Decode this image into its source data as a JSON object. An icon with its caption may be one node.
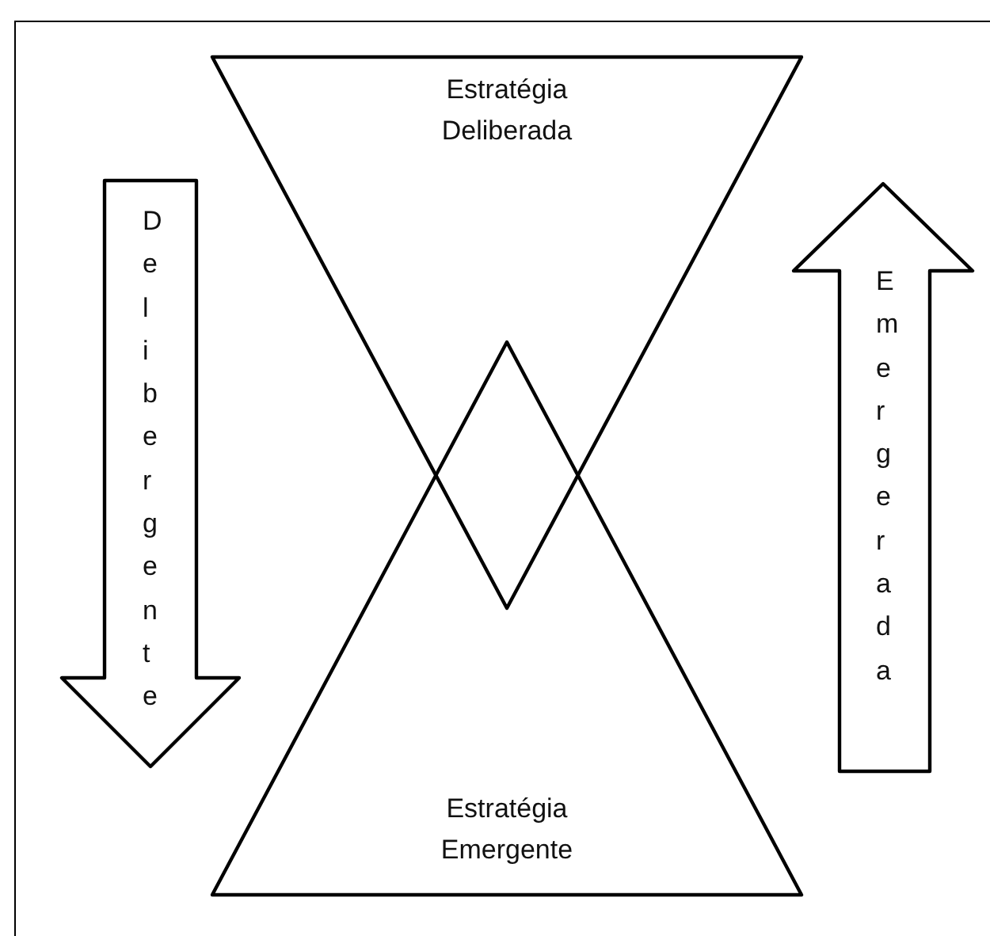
{
  "diagram": {
    "nodes": [
      {
        "text": [
          "Estratégia Deliberada"
        ]
      },
      {
        "text": [
          "Estratégia Emergente"
        ]
      },
      {
        "text": [
          "Delibergente"
        ]
      },
      {
        "text": [
          "Emergerada"
        ]
      }
    ]
  }
}
